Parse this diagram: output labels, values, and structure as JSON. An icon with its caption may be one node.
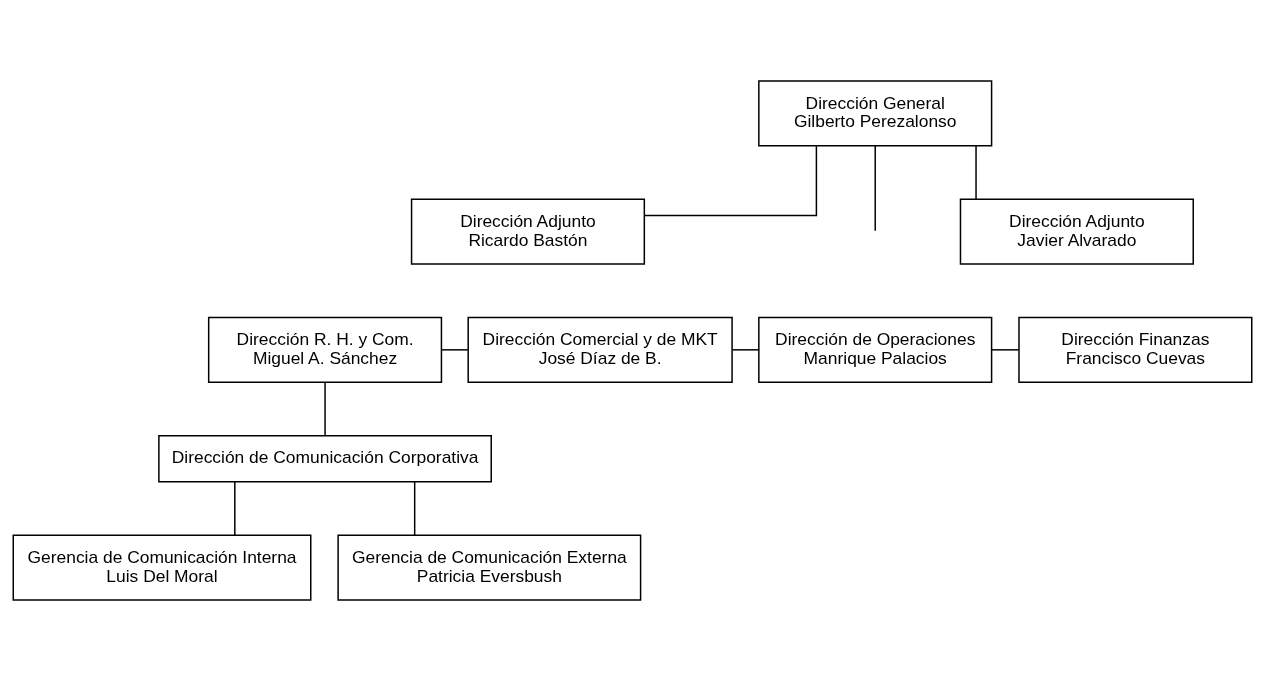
{
  "diagram": {
    "nodes": [
      {
        "text": [
          "Dirección General",
          "Gilberto Perezalonso"
        ]
      },
      {
        "text": [
          "Dirección Adjunto",
          "Ricardo Bastón"
        ]
      },
      {
        "text": [
          "Dirección Adjunto",
          "Javier Alvarado"
        ]
      },
      {
        "text": [
          "Dirección R. H. y Com.",
          "Miguel A. Sánchez"
        ]
      },
      {
        "text": [
          "Dirección Comercial y de MKT",
          "José Díaz de B."
        ]
      },
      {
        "text": [
          "Dirección de Operaciones",
          "Manrique Palacios"
        ]
      },
      {
        "text": [
          "Dirección Finanzas",
          "Francisco Cuevas"
        ]
      },
      {
        "text": [
          "Dirección de Comunicación Corporativa"
        ]
      },
      {
        "text": [
          "Gerencia de Comunicación Interna",
          "Luis Del Moral"
        ]
      },
      {
        "text": [
          "Gerencia de Comunicación Externa",
          "Patricia Eversbush"
        ]
      }
    ],
    "edges": [
      {
        "from": 0,
        "to": 1,
        "arrow": "none"
      },
      {
        "from": 0,
        "to": 2,
        "arrow": "none"
      },
      {
        "from": 0,
        "to": null,
        "arrow": "none"
      },
      {
        "from": 3,
        "to": 4,
        "arrow": "none"
      },
      {
        "from": 4,
        "to": 5,
        "arrow": "none"
      },
      {
        "from": 5,
        "to": 6,
        "arrow": "none"
      },
      {
        "from": 3,
        "to": 7,
        "arrow": "none"
      },
      {
        "from": 7,
        "to": 8,
        "arrow": "none"
      },
      {
        "from": 7,
        "to": 9,
        "arrow": "none"
      }
    ]
  }
}
